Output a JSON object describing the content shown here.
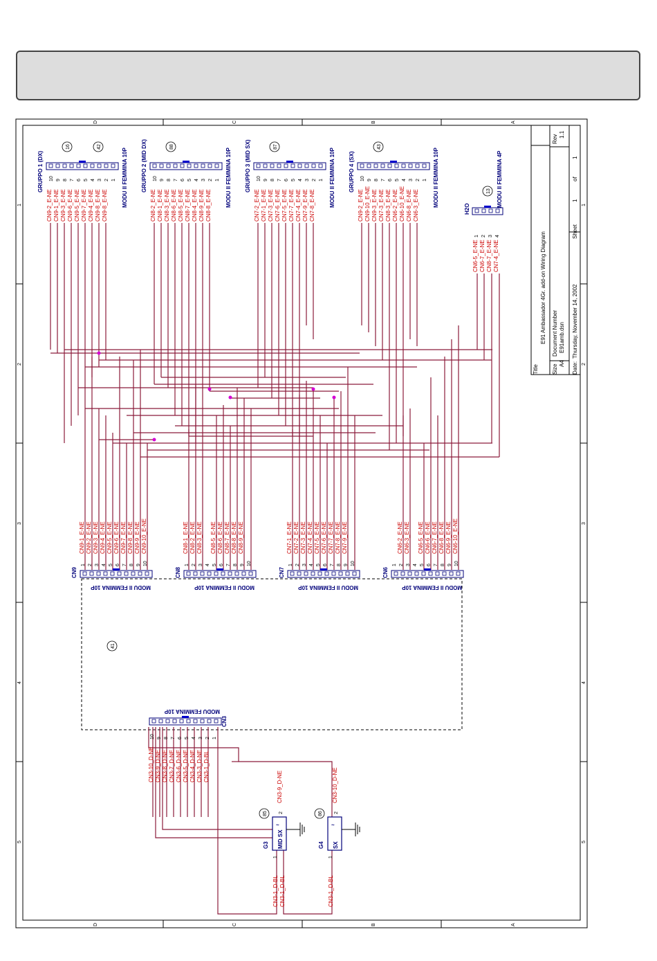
{
  "title_block": {
    "title_label": "Title",
    "title": "E91 Ambassador 4Gr. add-on Wiring Diagram",
    "size_label": "Size",
    "size": "A4",
    "docnum_label": "Document Number",
    "docnum": "E91amb.dsn",
    "rev_label": "Rev",
    "rev": "1.1",
    "date_label": "Date:",
    "date": "Thursday, November 14, 2002",
    "sheet_label": "Sheet",
    "sheet": "1",
    "of_label": "of",
    "of": "1"
  },
  "border": {
    "top_letters": [
      "D",
      "C",
      "B",
      "A"
    ],
    "side_numbers": [
      "1",
      "2",
      "3",
      "4",
      "5"
    ]
  },
  "top_connectors": [
    {
      "group": "GRUPPO 1 (DX)",
      "part": "MODU II FEMMINA 10P",
      "tags": [
        "16",
        "42"
      ],
      "pins": [
        "10",
        "9",
        "8",
        "7",
        "6",
        "5",
        "4",
        "3",
        "2",
        "1"
      ],
      "nets": [
        "CN9-2_E-NE",
        "CN9-1_E-NE",
        "CN9-3_E-NE",
        "CN9-6_E-NE",
        "CN9-5_E-NE",
        "CN9-7_E-NE",
        "CN9-4_E-NE",
        "CN9-8_E-NE",
        "CN9-8_E-NE"
      ]
    },
    {
      "group": "GRUPPO 2 (MID DX)",
      "part": "MODU II FEMMINA 10P",
      "tags": [
        "88"
      ],
      "pins": [
        "10",
        "9",
        "8",
        "7",
        "6",
        "5",
        "4",
        "3",
        "2",
        "1"
      ],
      "nets": [
        "CN8-2_E-NE",
        "CN8-1_E-NE",
        "CN8-3_E-NE",
        "CN8-6_E-NE",
        "CN8-5_E-NE",
        "CN8-7_E-NE",
        "CN8-4_E-NE",
        "CN8-9_E-NE",
        "CN8-8_E-NE"
      ]
    },
    {
      "group": "GRUPPO 3 (MID SX)",
      "part": "MODU II FEMMINA 10P",
      "tags": [
        "87"
      ],
      "pins": [
        "10",
        "9",
        "8",
        "7",
        "6",
        "5",
        "4",
        "3",
        "2",
        "1"
      ],
      "nets": [
        "CN7-2_E-NE",
        "CN7-1_E-NE",
        "CN7-3_E-NE",
        "CN7-6_E-NE",
        "CN7-5_E-NE",
        "CN7-7_E-NE",
        "CN7-4_E-NE",
        "CN7-9_E-NE",
        "CN7-8_E-NE"
      ]
    },
    {
      "group": "GRUPPO 4 (SX)",
      "part": "MODU II FEMMINA 10P",
      "tags": [
        "43"
      ],
      "pins": [
        "10",
        "9",
        "8",
        "7",
        "6",
        "5",
        "4",
        "3",
        "2",
        "1"
      ],
      "nets": [
        "CN9-2_E-NE",
        "CN9-10_E-NE",
        "CN9-3_E-NE",
        "CN7-3_E-NE",
        "CN8-3_E-NE",
        "CN6-2_E-NE",
        "CN6-10_E-NE",
        "CN6-8_E-NE",
        "CN6-3_E-NE"
      ]
    }
  ],
  "h2o": {
    "label": "H2O",
    "part": "MODU II FEMMINA 4P",
    "tag": "13",
    "pins": [
      "1",
      "2",
      "3",
      "4"
    ],
    "nets": [
      "CN6-5_E-NE",
      "CN6-7_E-NE",
      "CN8-7_E-NE",
      "CN7-4_E-NE"
    ]
  },
  "bottom_connectors": [
    {
      "ref": "CN9",
      "part": "MODU II FEMMINA 10P",
      "pins": [
        "1",
        "2",
        "3",
        "4",
        "5",
        "6",
        "7",
        "8",
        "9",
        "10"
      ],
      "nets": [
        "CN9-1_E-NE",
        "CN9-2_E-NE",
        "CN9-3_E-NE",
        "CN9-4_E-NE",
        "CN9-5_E-NE",
        "CN9-6_E-NE",
        "CN9-7_E-NE",
        "CN9-8_E-NE",
        "CN9-9_E-NE",
        "CN9-10_E-NE"
      ]
    },
    {
      "ref": "CN8",
      "part": "MODU II FEMMINA 10P",
      "pins": [
        "1",
        "2",
        "3",
        "4",
        "5",
        "6",
        "7",
        "8",
        "9",
        "10"
      ],
      "nets": [
        "CN8-1_E-NE",
        "CN8-2_E-NE",
        "CN8-3_E-NE",
        "",
        "CN8-5_E-NE",
        "CN8-6_E-NE",
        "CN8-7_E-NE",
        "CN8-8_E-NE",
        "CN8-9_E-NE"
      ]
    },
    {
      "ref": "CN7",
      "part": "MODU II FEMMINA 10P",
      "pins": [
        "1",
        "2",
        "3",
        "4",
        "5",
        "6",
        "7",
        "8",
        "9",
        "10"
      ],
      "nets": [
        "CN7-1_E-NE",
        "CN7-2_E-NE",
        "CN7-3_E-NE",
        "CN7-4_E-NE",
        "CN7-5_E-NE",
        "CN7-6_E-NE",
        "CN7-7_E-NE",
        "CN7-8_E-NE",
        "CN7-9_E-NE"
      ]
    },
    {
      "ref": "CN6",
      "part": "MODU II FEMMINA 10P",
      "pins": [
        "1",
        "2",
        "3",
        "4",
        "5",
        "6",
        "7",
        "8",
        "9",
        "10"
      ],
      "nets": [
        "",
        "CN6-2_E-NE",
        "CN6-3_E-NE",
        "",
        "CN6-5_E-NE",
        "CN6-6_E-NE",
        "CN6-7_E-NE",
        "CN6-8_E-NE",
        "CN6-9_E-NE",
        "CN6-10_E-NE"
      ]
    }
  ],
  "board_tag": "41",
  "cn3": {
    "ref": "CN3",
    "part": "MODU FEMMINA 10P",
    "pins": [
      "10",
      "9",
      "8",
      "7",
      "6",
      "5",
      "4",
      "3",
      "2",
      "1"
    ],
    "nets": [
      "CN3-10_D-NE",
      "CN3-9_D-NE",
      "CN3-8_D-NE",
      "CN3-7_D-NE",
      "CN3-6_D-NE",
      "CN3-5_D-NE",
      "CN3-4_D-NE",
      "CN3-3_D-NE",
      "CN3-1_D-BL"
    ]
  },
  "g3": {
    "ref": "G3",
    "value": "MID SX",
    "tag": "85",
    "pin_top": "2",
    "pin_bot": "1",
    "net_top": "CN3-9_D-NE",
    "net_bot_a": "CN3-1_D-BL",
    "net_bot_b": "CN3-1_D-BL"
  },
  "g4": {
    "ref": "G4",
    "value": "SX",
    "tag": "86",
    "pin_top": "2",
    "pin_bot": "1",
    "net_top": "CN3-10_D-NE",
    "net_bot": "CN3-1_D-BL"
  }
}
